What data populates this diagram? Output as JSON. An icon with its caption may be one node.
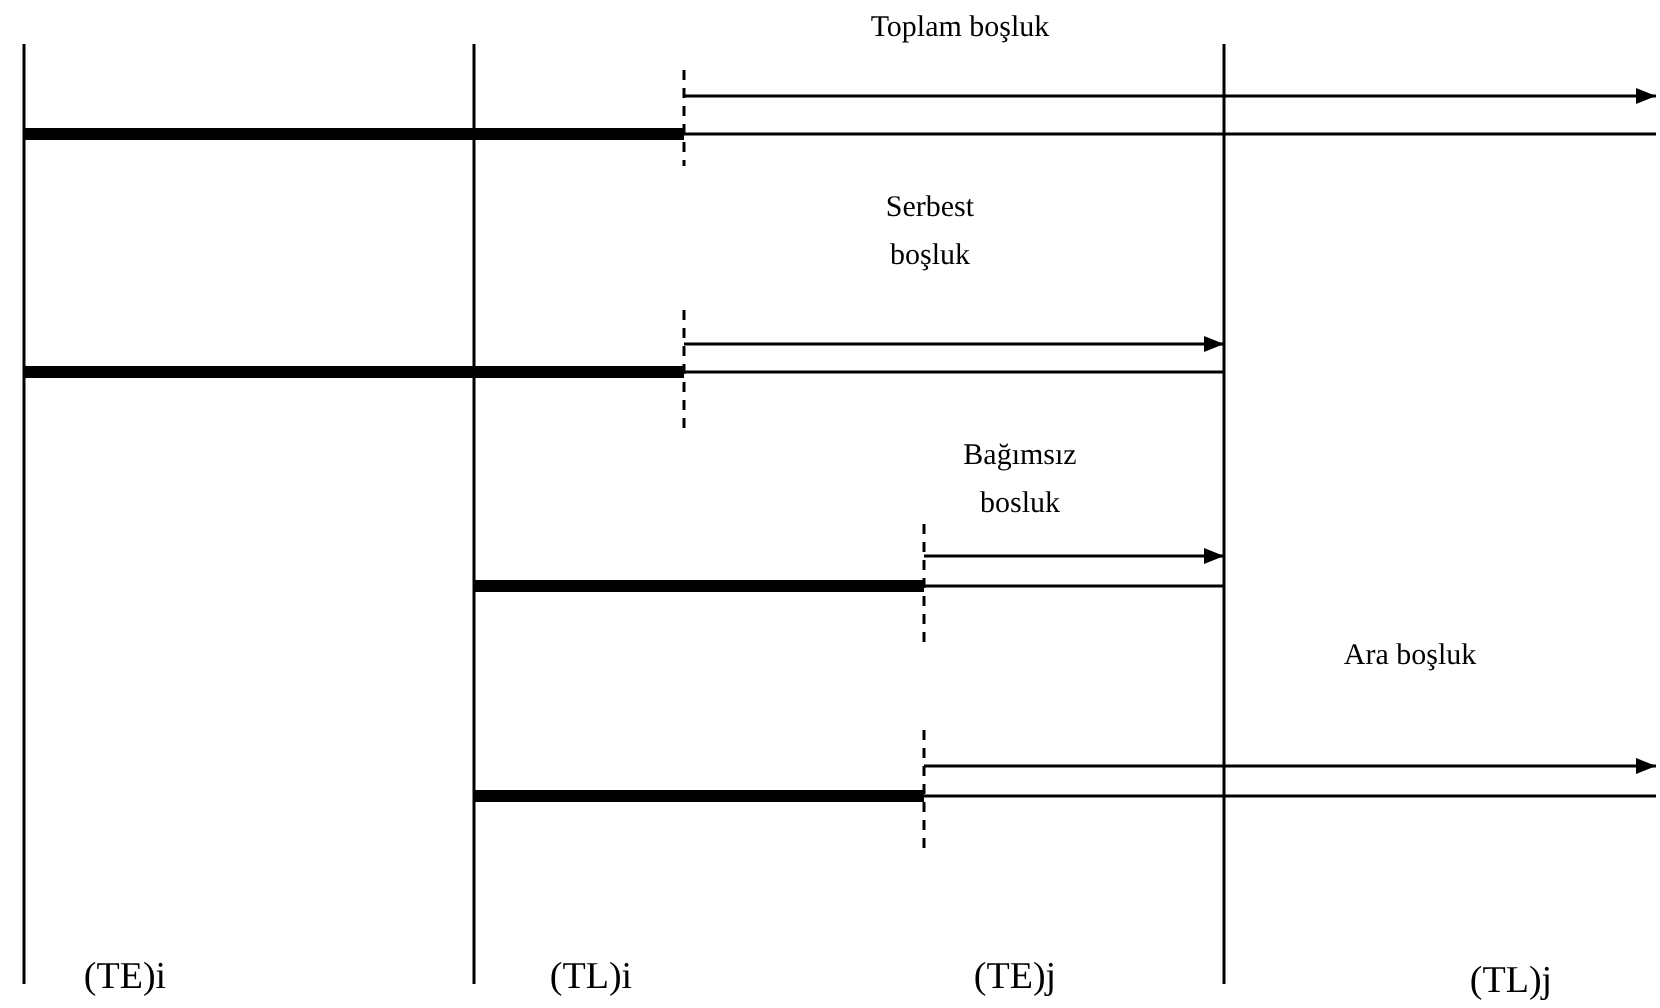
{
  "diagram": {
    "labels": [
      "Toplam boşluk",
      "Serbest boşluk",
      "Bağımsız bosluk",
      "Ara boşluk",
      "(TE)i",
      "(TL)i",
      "(TE)j",
      "(TL)j"
    ]
  }
}
